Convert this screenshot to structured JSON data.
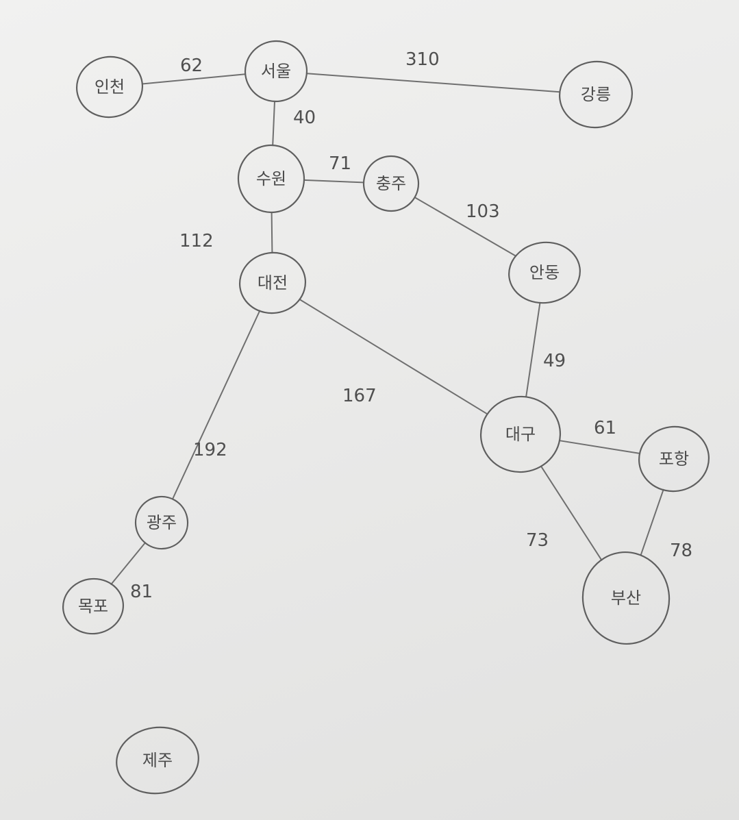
{
  "graph": {
    "nodes": [
      {
        "id": "incheon",
        "label": "인천"
      },
      {
        "id": "seoul",
        "label": "서울"
      },
      {
        "id": "gangneung",
        "label": "강릉"
      },
      {
        "id": "suwon",
        "label": "수원"
      },
      {
        "id": "chungju",
        "label": "충주"
      },
      {
        "id": "andong",
        "label": "안동"
      },
      {
        "id": "daejeon",
        "label": "대전"
      },
      {
        "id": "daegu",
        "label": "대구"
      },
      {
        "id": "pohang",
        "label": "포항"
      },
      {
        "id": "busan",
        "label": "부산"
      },
      {
        "id": "gwangju",
        "label": "광주"
      },
      {
        "id": "mokpo",
        "label": "목포"
      },
      {
        "id": "jeju",
        "label": "제주"
      }
    ],
    "edges": [
      {
        "from": "incheon",
        "to": "seoul",
        "weight": "62"
      },
      {
        "from": "seoul",
        "to": "gangneung",
        "weight": "310"
      },
      {
        "from": "seoul",
        "to": "suwon",
        "weight": "40"
      },
      {
        "from": "suwon",
        "to": "chungju",
        "weight": "71"
      },
      {
        "from": "chungju",
        "to": "andong",
        "weight": "103"
      },
      {
        "from": "suwon",
        "to": "daejeon",
        "weight": "112"
      },
      {
        "from": "andong",
        "to": "daegu",
        "weight": "49"
      },
      {
        "from": "daejeon",
        "to": "daegu",
        "weight": "167"
      },
      {
        "from": "daejeon",
        "to": "gwangju",
        "weight": "192"
      },
      {
        "from": "daegu",
        "to": "pohang",
        "weight": "61"
      },
      {
        "from": "daegu",
        "to": "busan",
        "weight": "73"
      },
      {
        "from": "pohang",
        "to": "busan",
        "weight": "78"
      },
      {
        "from": "gwangju",
        "to": "mokpo",
        "weight": "81"
      }
    ]
  }
}
